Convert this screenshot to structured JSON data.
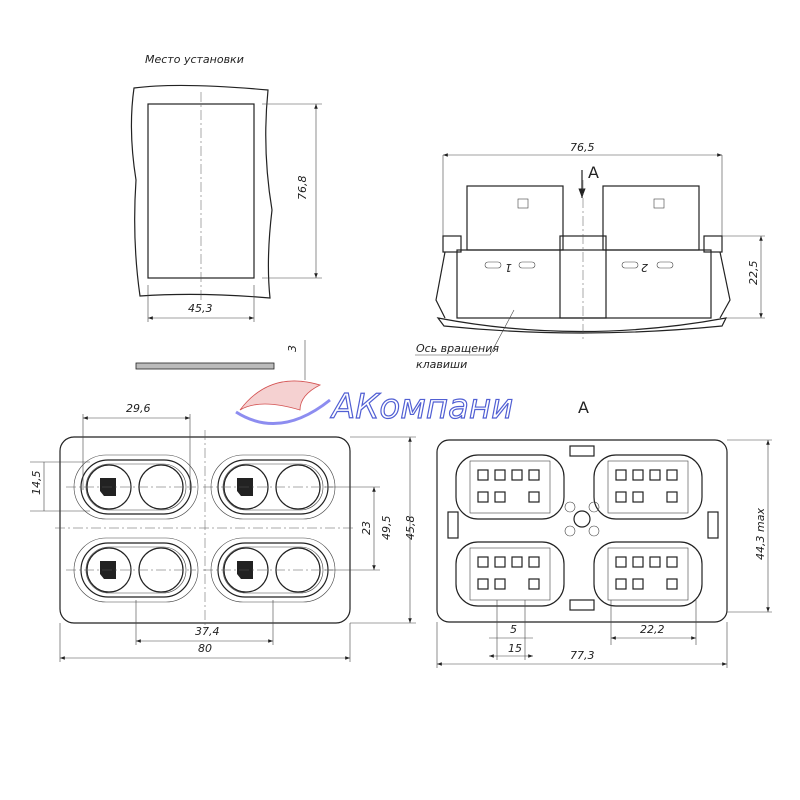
{
  "mount_view": {
    "title": "Место установки",
    "height_dim": "76,8",
    "width_dim": "45,3",
    "thickness_dim": "3"
  },
  "side_view": {
    "width_dim": "76,5",
    "view_label": "A",
    "height_dim": "22,5",
    "callout": [
      "Ось вращения",
      "клавиши"
    ],
    "key_numbers": [
      "1",
      "2"
    ]
  },
  "logo": {
    "text": "АКомпани"
  },
  "front_view": {
    "dims": {
      "top_width": "29,6",
      "key_height": "14,5",
      "row_pitch": "23",
      "inner_height": "49,5",
      "col_pitch": "37,4",
      "overall_width": "80",
      "overall_height": "45,8"
    }
  },
  "back_view": {
    "view_label": "A",
    "dims": {
      "height_max": "44,3 max",
      "pin_pitch": "5",
      "pin_span": "15",
      "connector_pitch": "22,2",
      "overall_width": "77,3"
    }
  }
}
